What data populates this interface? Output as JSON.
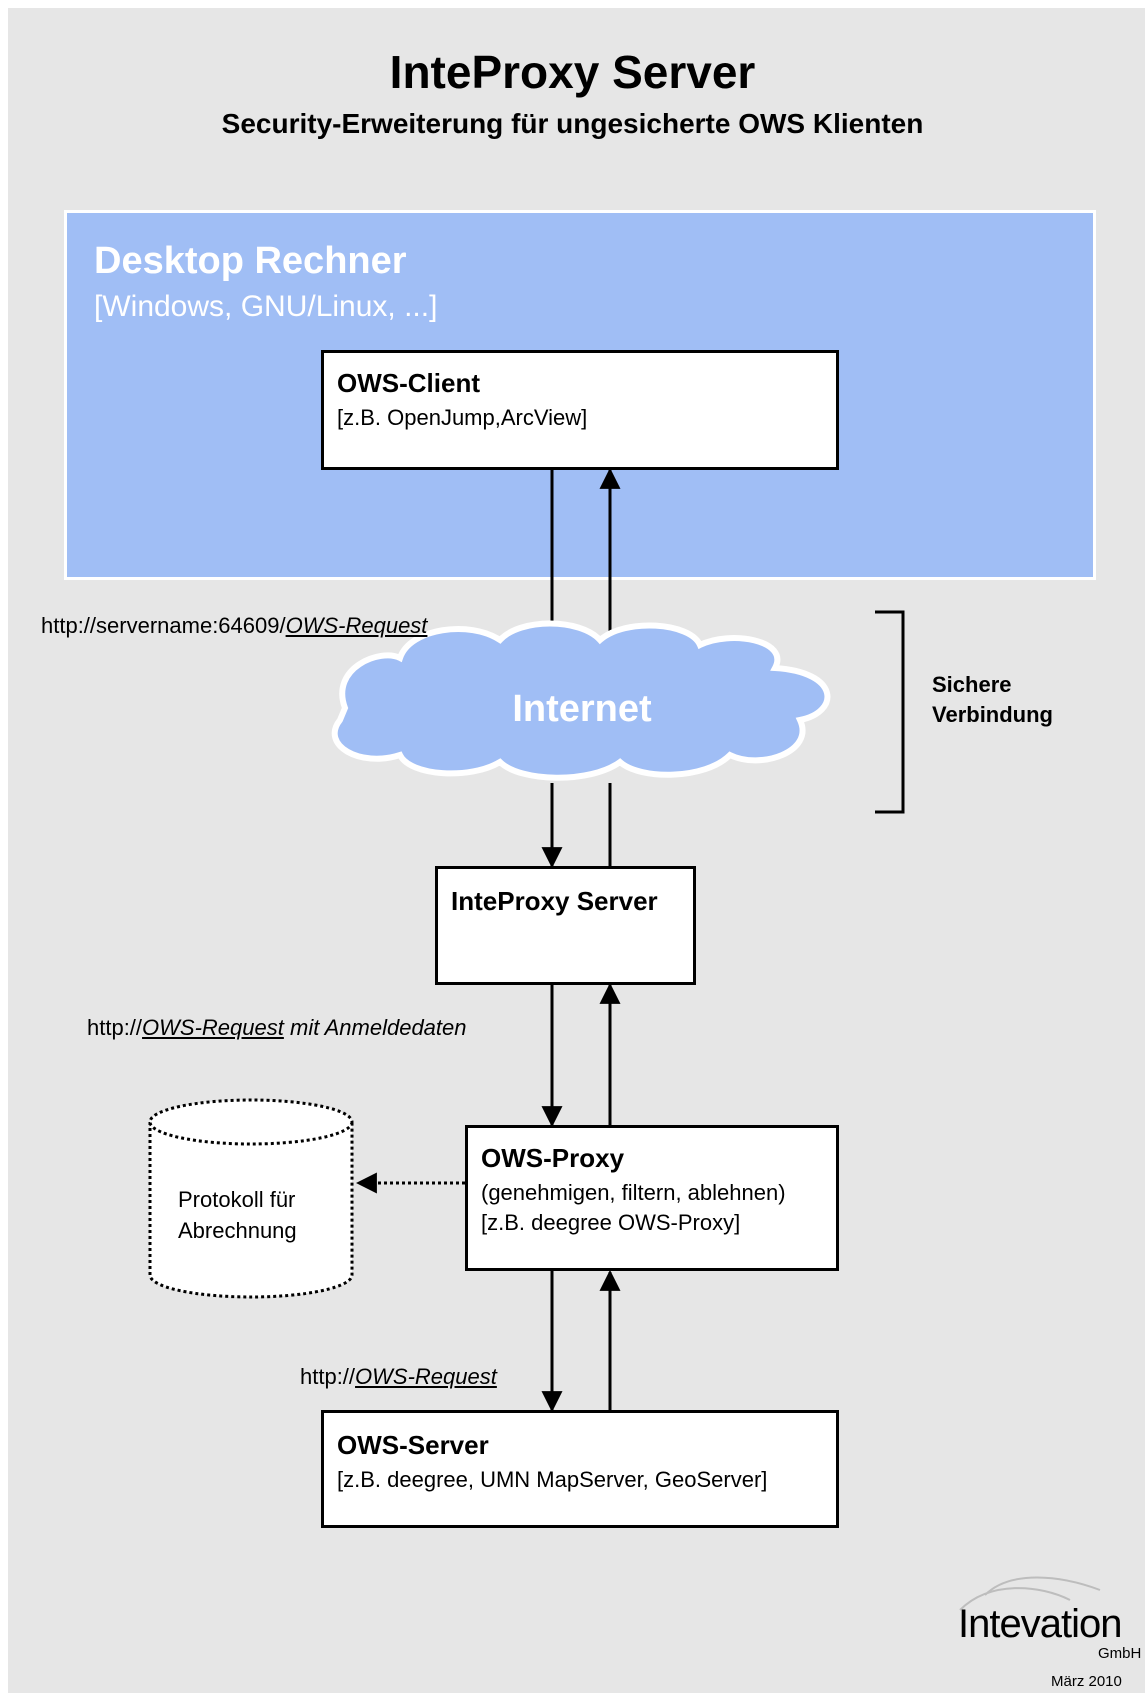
{
  "title": "InteProxy Server",
  "subtitle": "Security-Erweiterung für ungesicherte OWS Klienten",
  "desktop": {
    "title": "Desktop Rechner",
    "subtitle": "[Windows, GNU/Linux, ...]"
  },
  "ows_client": {
    "title": "OWS-Client",
    "subtitle": "[z.B. OpenJump,ArcView]"
  },
  "request_top": {
    "prefix": "http://servername:64609/",
    "link": "OWS-Request"
  },
  "internet": "Internet",
  "secure": {
    "line1": "Sichere",
    "line2": "Verbindung"
  },
  "inteproxy": {
    "title": "InteProxy Server"
  },
  "request_mid": {
    "prefix": "http://",
    "link": "OWS-Request",
    "suffix": " mit Anmeldedaten"
  },
  "protocol": {
    "line1": "Protokoll für",
    "line2": "Abrechnung"
  },
  "ows_proxy": {
    "title": "OWS-Proxy",
    "line1": "(genehmigen, filtern, ablehnen)",
    "line2": "[z.B. deegree OWS-Proxy]"
  },
  "request_bottom": {
    "prefix": "http://",
    "link": "OWS-Request"
  },
  "ows_server": {
    "title": "OWS-Server",
    "subtitle": "[z.B. deegree, UMN MapServer, GeoServer]"
  },
  "logo": {
    "name": "Intevation",
    "suffix": "GmbH"
  },
  "date": "März 2010",
  "colors": {
    "desktop": "#a0bef5",
    "background": "#e6e6e6",
    "cloud": "#a0bef5"
  }
}
